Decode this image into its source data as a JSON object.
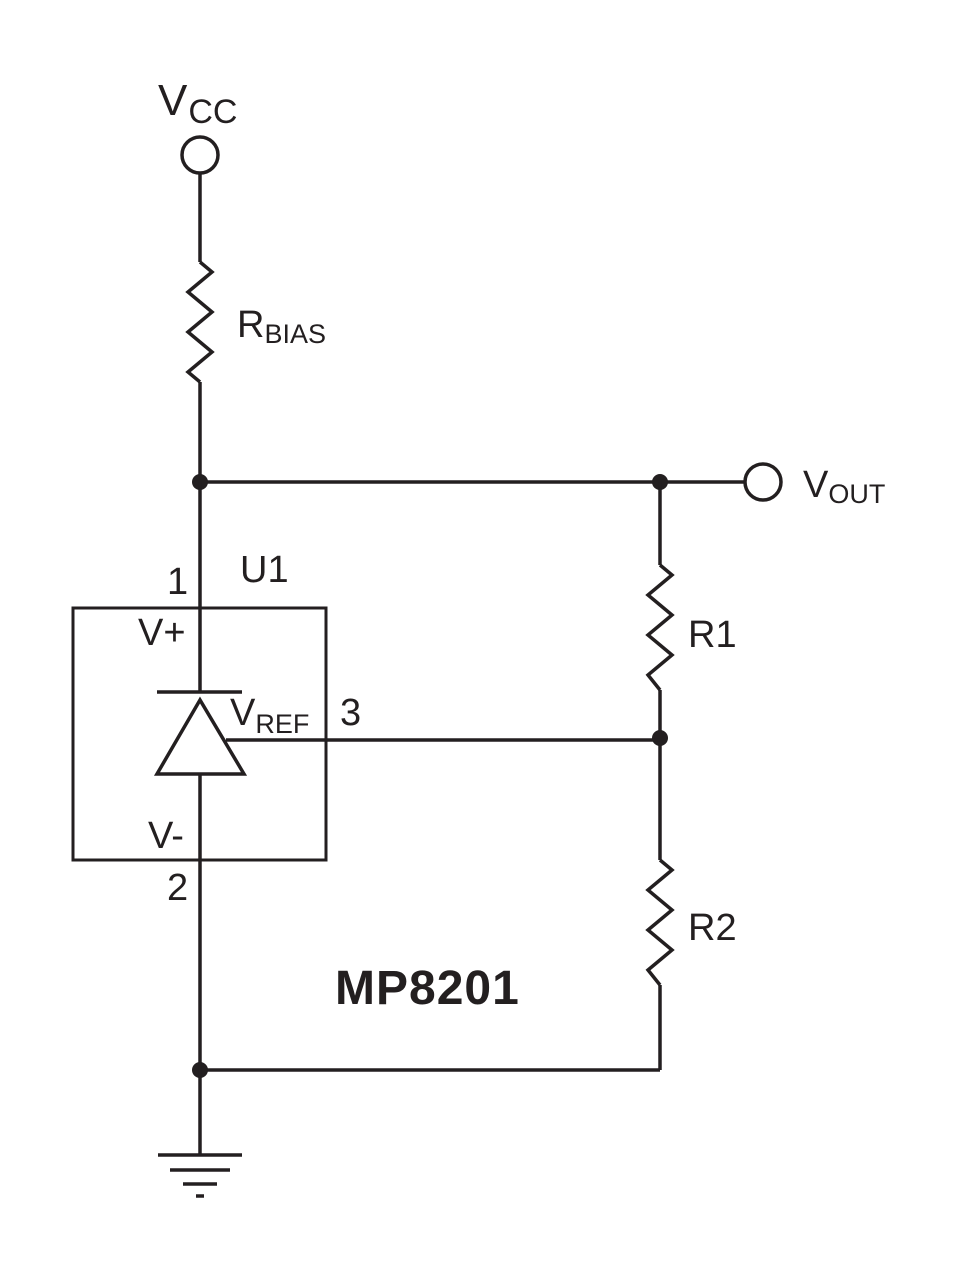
{
  "labels": {
    "vcc_main": "V",
    "vcc_sub": "CC",
    "rbias_main": "R",
    "rbias_sub": "BIAS",
    "vout_main": "V",
    "vout_sub": "OUT",
    "u1": "U1",
    "pin1": "1",
    "pin2": "2",
    "pin3": "3",
    "vplus": "V+",
    "vminus": "V-",
    "vref_main": "V",
    "vref_sub": "REF",
    "r1": "R1",
    "r2": "R2",
    "part": "MP8201"
  },
  "colors": {
    "ink": "#231f20",
    "background": "#ffffff"
  }
}
